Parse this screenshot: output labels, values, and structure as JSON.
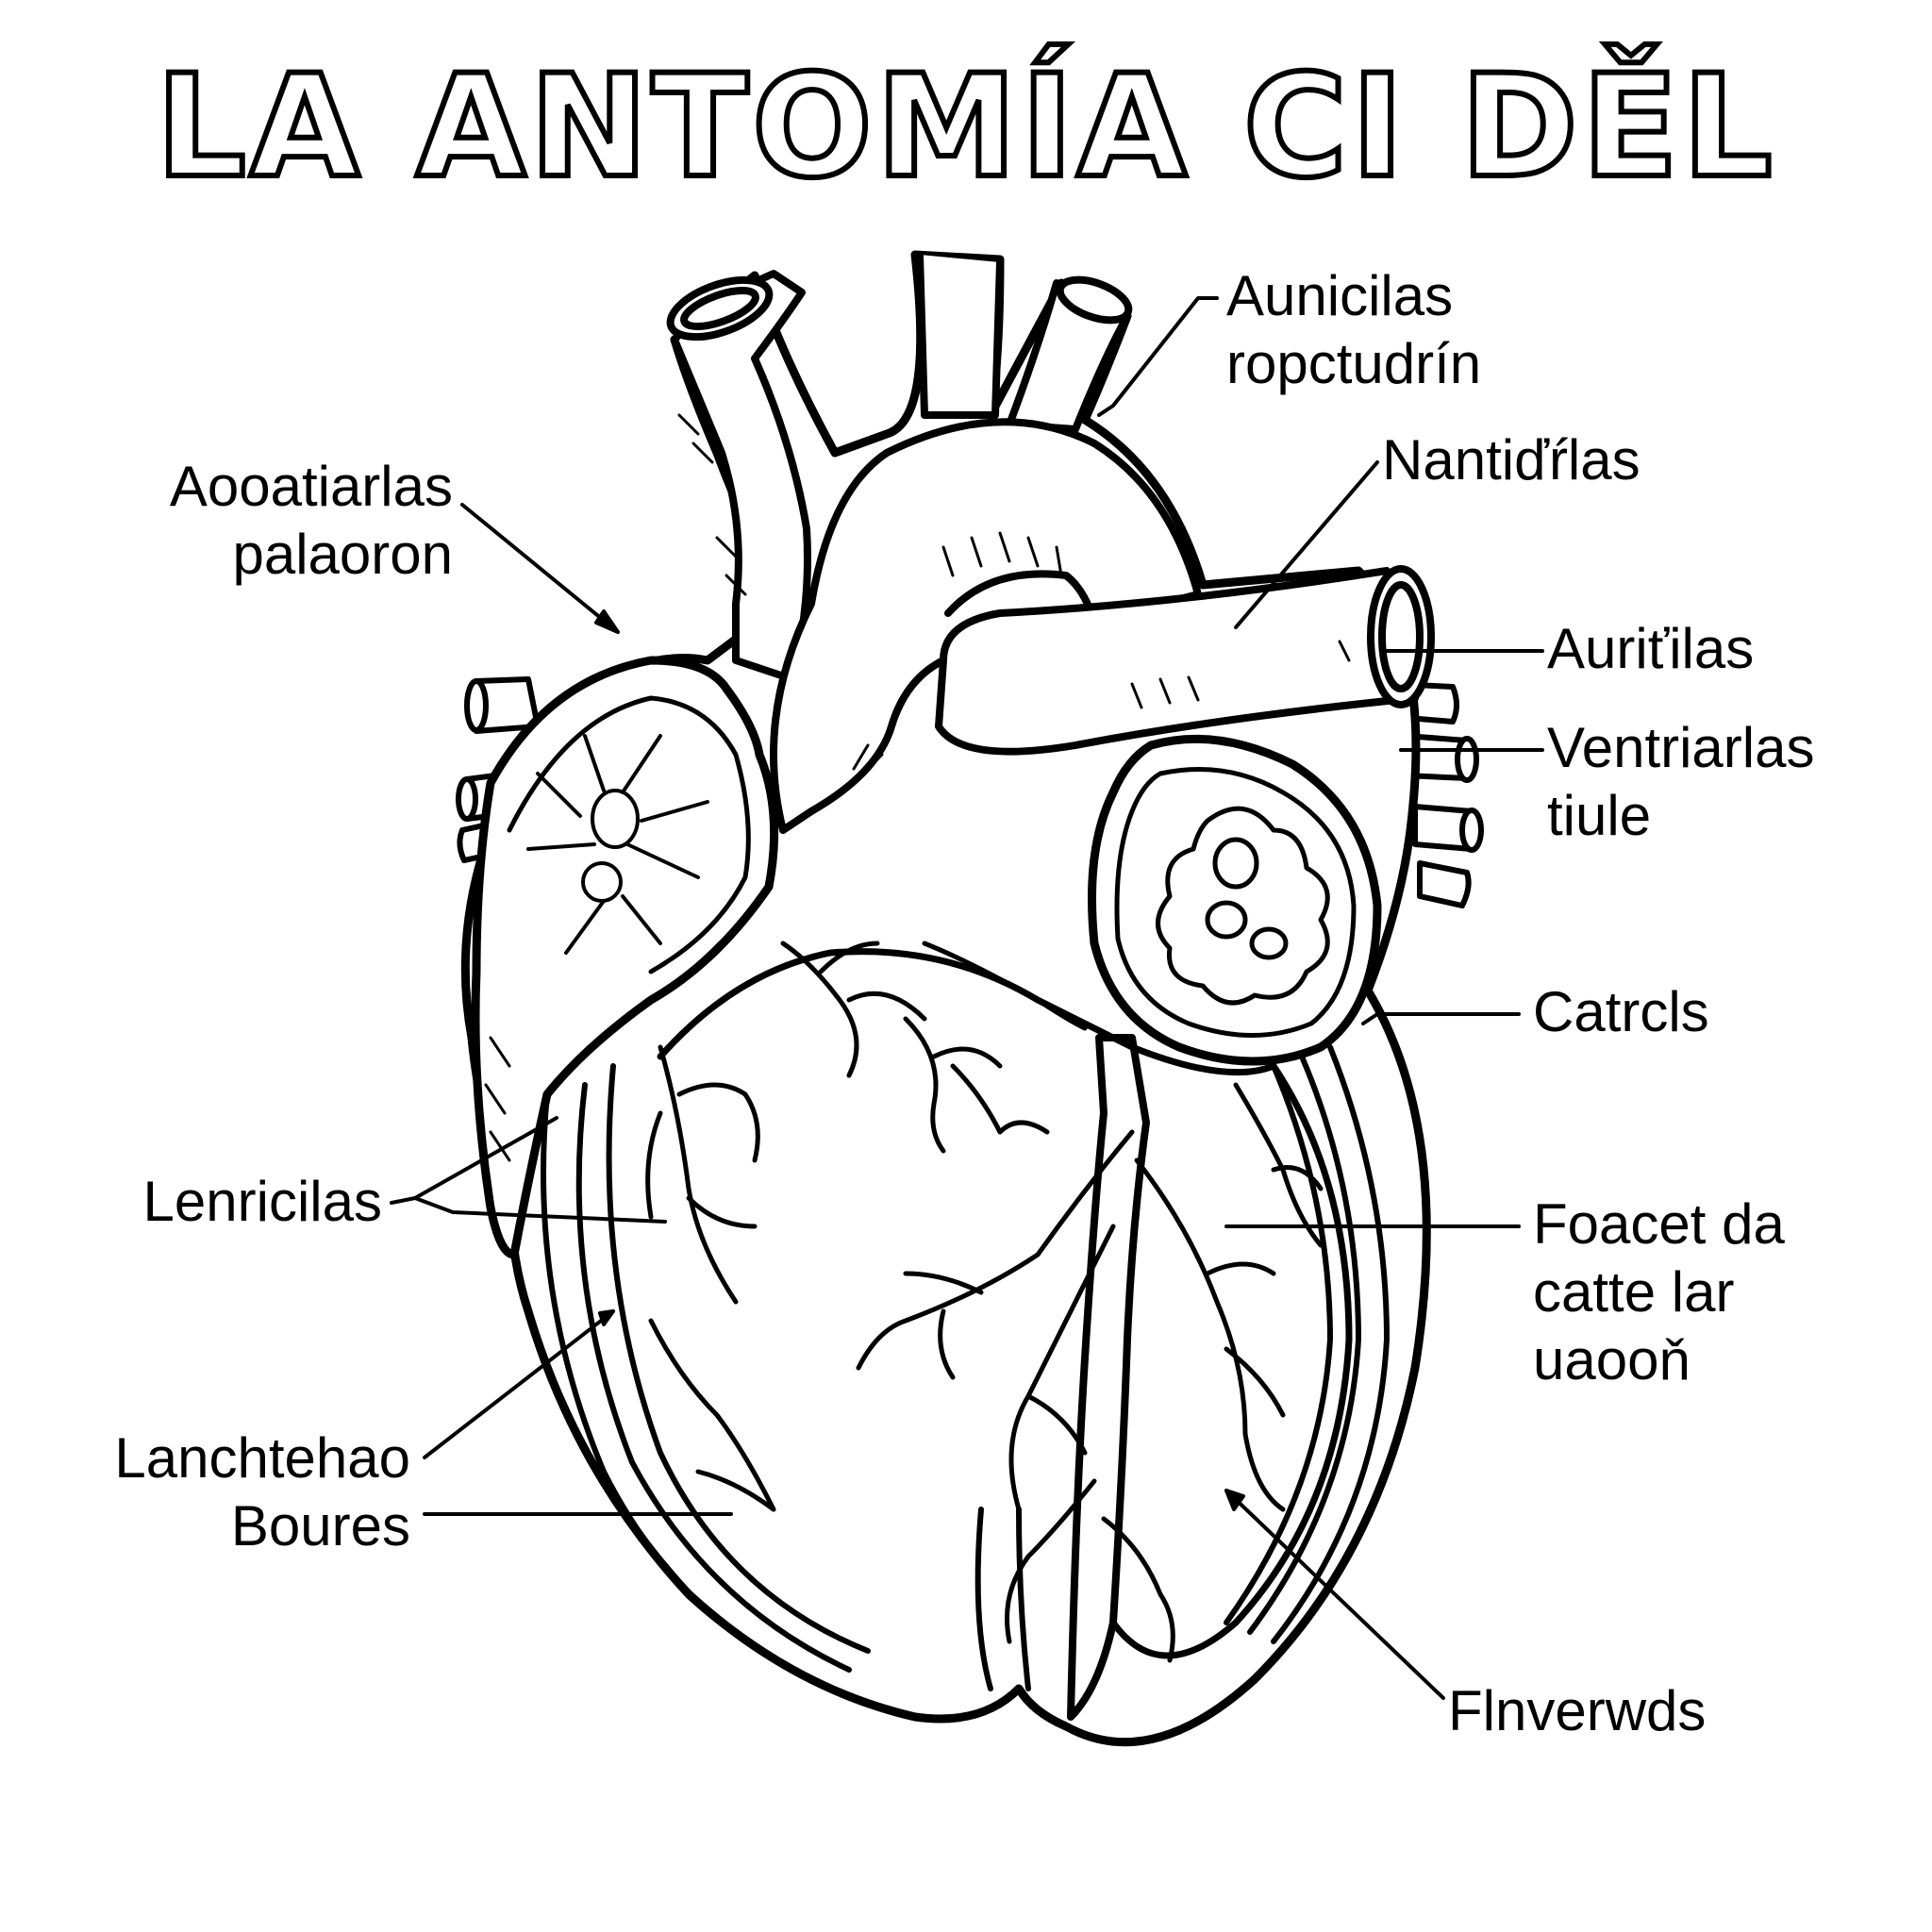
{
  "title": "LA ANTOMÍA CI DĚL",
  "labels": {
    "aunicilas": [
      "Aunicilas",
      "ropctudrín"
    ],
    "nantidrilas": [
      "Nantiďŕlas"
    ],
    "auritilas": [
      "Auriťilas"
    ],
    "ventriarlas": [
      "Ventriarlas",
      "tiule"
    ],
    "catrcls": [
      "Catrcls"
    ],
    "foacet": [
      "Foacet da",
      "catte lar",
      "uaooň"
    ],
    "flnverwds": [
      "Flnverwds"
    ],
    "aooatiarlas": [
      "Aooatiarlas",
      "palaoron"
    ],
    "lenricilas": [
      "Lenricilas"
    ],
    "lanchtehao": [
      "Lanchtehao",
      "Boures"
    ]
  },
  "colors": {
    "ink": "#000000",
    "paper": "#ffffff"
  }
}
